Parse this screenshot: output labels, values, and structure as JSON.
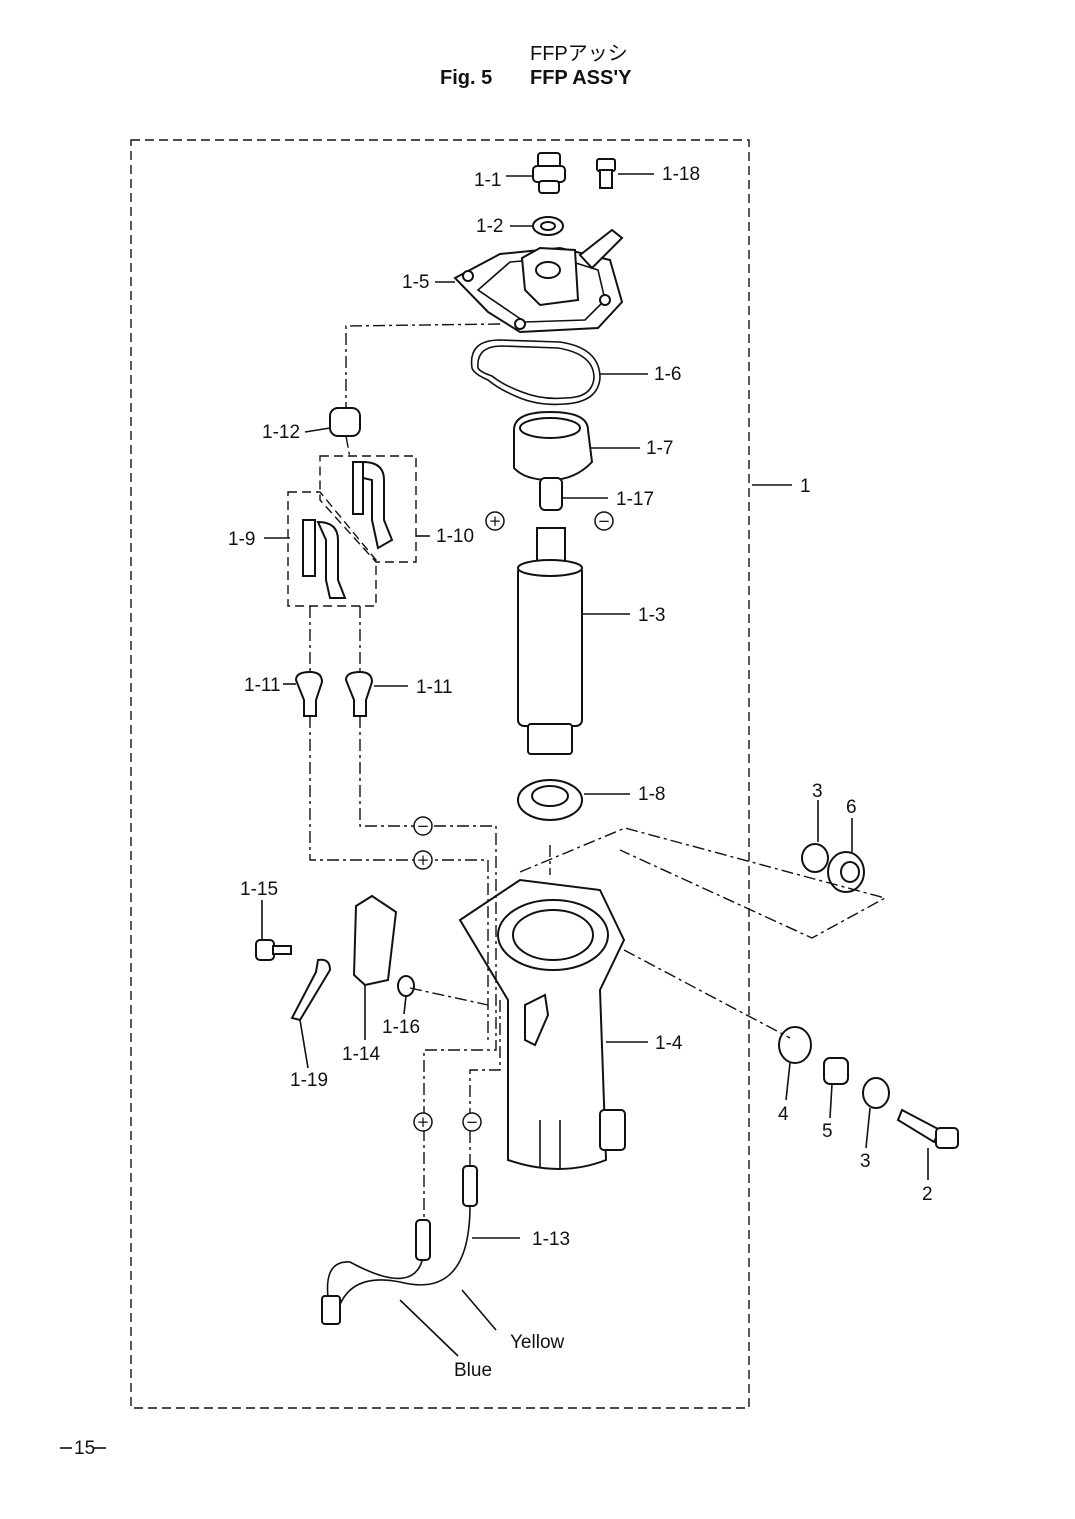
{
  "title": {
    "japanese": "FFPアッシ",
    "figure_no": "Fig. 5",
    "english": "FFP ASS'Y"
  },
  "labels": {
    "p1_1": "1-1",
    "p1_18": "1-18",
    "p1_2": "1-2",
    "p1_5": "1-5",
    "p1_6": "1-6",
    "p1_12": "1-12",
    "p1_7": "1-7",
    "p1_17": "1-17",
    "p1": "1",
    "p1_9": "1-9",
    "p1_10": "1-10",
    "p1_3": "1-3",
    "p1_11_left": "1-11",
    "p1_11_right": "1-11",
    "p1_8": "1-8",
    "p3_top": "3",
    "p6": "6",
    "p1_15": "1-15",
    "p1_16": "1-16",
    "p1_14": "1-14",
    "p1_19": "1-19",
    "p1_4": "1-4",
    "p4": "4",
    "p5": "5",
    "p3_bottom": "3",
    "p2": "2",
    "p1_13": "1-13",
    "wire_yellow": "Yellow",
    "wire_blue": "Blue"
  },
  "polarity": {
    "plus": "+",
    "minus": "−"
  },
  "page_number": "15"
}
